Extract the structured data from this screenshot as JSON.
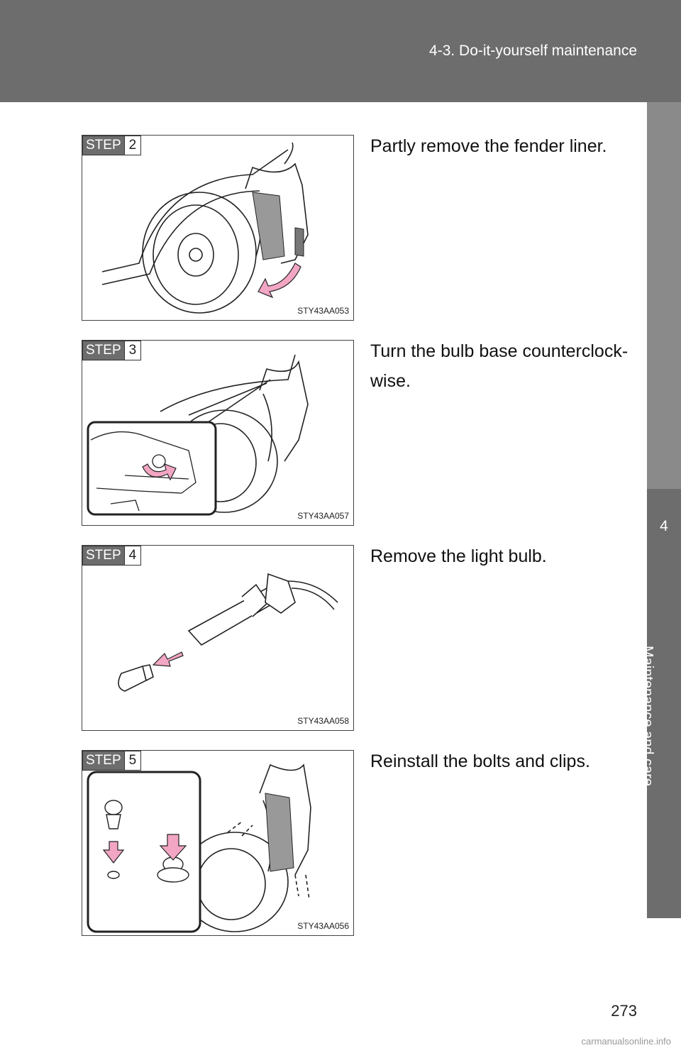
{
  "header": {
    "title": "4-3. Do-it-yourself maintenance"
  },
  "side_tab": {
    "number": "4",
    "label": "Maintenance and care"
  },
  "steps": [
    {
      "badge": "STEP",
      "num": "2",
      "text": "Partly remove the fender liner.",
      "figure": "STY43AA053"
    },
    {
      "badge": "STEP",
      "num": "3",
      "text": "Turn the bulb base counterclock-\nwise.",
      "figure": "STY43AA057"
    },
    {
      "badge": "STEP",
      "num": "4",
      "text": "Remove the light bulb.",
      "figure": "STY43AA058"
    },
    {
      "badge": "STEP",
      "num": "5",
      "text": "Reinstall the bolts and clips.",
      "figure": "STY43AA056"
    }
  ],
  "page_number": "273",
  "footer": "carmanualsonline.info",
  "colors": {
    "header": "#6d6d6d",
    "arrow": "#f2a6c4"
  }
}
